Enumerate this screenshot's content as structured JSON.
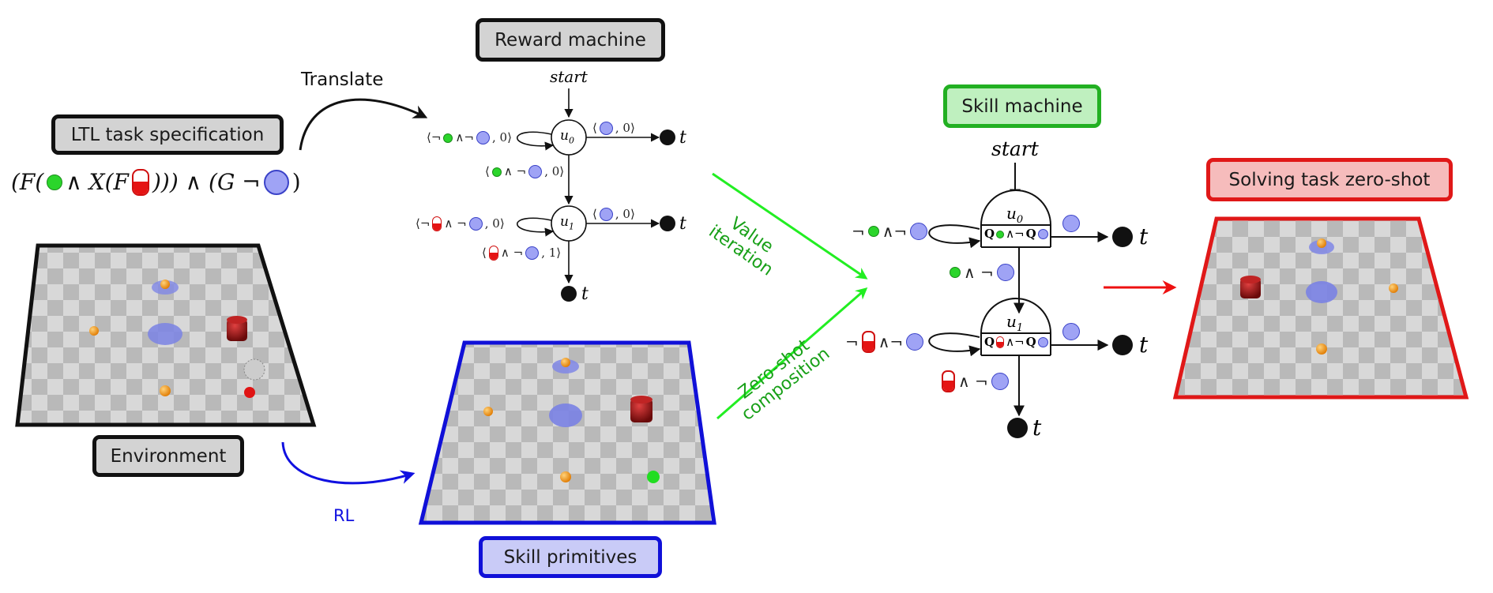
{
  "labels": {
    "ltl_task": "LTL task specification",
    "environment": "Environment",
    "reward_machine": "Reward machine",
    "skill_primitives": "Skill primitives",
    "skill_machine": "Skill machine",
    "solving_task": "Solving task zero-shot"
  },
  "arrows": {
    "translate": "Translate",
    "rl": "RL",
    "value_iteration_1": "Value",
    "value_iteration_2": "iteration",
    "zero_shot_1": "Zero-shot",
    "zero_shot_2": "composition"
  },
  "formula": {
    "part_a": "(F(",
    "part_b": "∧ X(F",
    "part_c": "))) ∧ (G ¬",
    "part_d": ")"
  },
  "reward_machine": {
    "start": "start",
    "state0": "u",
    "state0_sub": "0",
    "state1": "u",
    "state1_sub": "1",
    "terminal": "t",
    "e_self0_a": "⟨¬",
    "e_self0_b": "∧¬",
    "e_self0_c": ", 0⟩",
    "e_u0_t_a": "⟨",
    "e_u0_t_b": ", 0⟩",
    "e_u0_u1_a": "⟨",
    "e_u0_u1_b": "∧ ¬",
    "e_u0_u1_c": ", 0⟩",
    "e_self1_a": "⟨¬",
    "e_self1_b": "∧ ¬",
    "e_self1_c": ", 0⟩",
    "e_u1_t_a": "⟨",
    "e_u1_t_b": ", 0⟩",
    "e_u1_t2_a": "⟨",
    "e_u1_t2_b": "∧ ¬",
    "e_u1_t2_c": ", 1⟩"
  },
  "skill_machine": {
    "start": "start",
    "state0": "u",
    "state0_sub": "0",
    "state1": "u",
    "state1_sub": "1",
    "q": "Q",
    "and_not": "∧¬",
    "terminal": "t",
    "self0_a": "¬",
    "self0_b": "∧¬",
    "u0_u1_a": "∧ ¬",
    "self1_a": "¬",
    "self1_b": "∧¬",
    "u1_t_a": "∧ ¬"
  },
  "colors": {
    "ltl_border": "#111111",
    "ltl_fill": "#d3d3d3",
    "env_border": "#111111",
    "primitives_border": "#1010d8",
    "primitives_fill": "#c9cbf7",
    "skill_border": "#22b022",
    "skill_fill": "#bff0bf",
    "solve_border": "#e01818",
    "solve_fill": "#f6bcbc",
    "green_arrow": "#22ee22",
    "blue_arrow": "#1010e0",
    "red_arrow": "#ee1010"
  }
}
